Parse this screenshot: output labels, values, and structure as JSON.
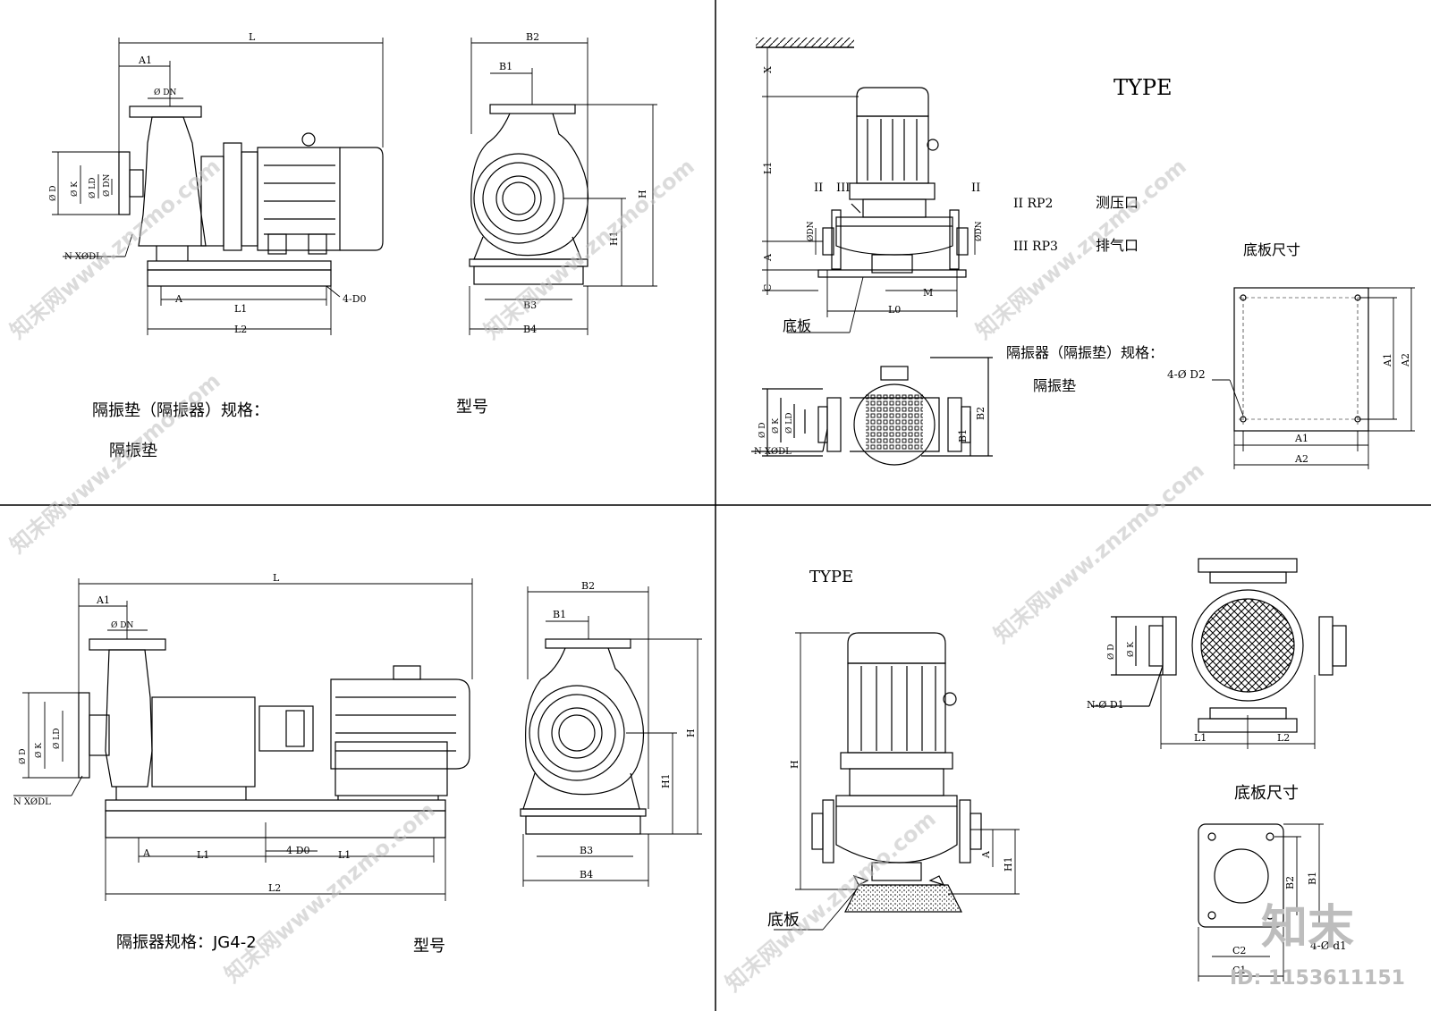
{
  "panel_tl": {
    "dims": [
      "L",
      "A1",
      "B2",
      "B1",
      "H",
      "H1",
      "B3",
      "B4",
      "A",
      "L1",
      "L2",
      "4-D0"
    ],
    "dia": [
      "Ø D",
      "Ø K",
      "Ø LD",
      "Ø DN",
      "Ø DN"
    ],
    "nxdl": "N XØDL",
    "note1": "隔振垫（隔振器）规格：",
    "note2": "隔振垫",
    "model": "型号"
  },
  "panel_tr": {
    "type": "TYPE",
    "dims": [
      "X",
      "L1",
      "A",
      "C",
      "L0",
      "M",
      "B2",
      "B1",
      "II",
      "III",
      "II"
    ],
    "dia": [
      "ØDN",
      "ØDN",
      "Ø D",
      "Ø K",
      "Ø LD"
    ],
    "nxdl": "N XØDL",
    "rp2": "II RP2",
    "rp2_cn": "测压口",
    "rp3": "III RP3",
    "rp3_cn": "排气口",
    "base_cn": "底板尺寸",
    "baseplate": "底板",
    "isolator": "隔振器（隔振垫）规格：",
    "isolator2": "隔振垫",
    "holes": "4-Ø D2",
    "plate_dims": [
      "A1",
      "A2",
      "A1",
      "A2"
    ]
  },
  "panel_bl": {
    "dims": [
      "L",
      "A1",
      "B2",
      "B1",
      "H",
      "H1",
      "B3",
      "B4",
      "A",
      "L1",
      "4-D0",
      "L1",
      "L2"
    ],
    "dia": [
      "Ø DN",
      "Ø D",
      "Ø K",
      "Ø LD"
    ],
    "nxdl": "N XØDL",
    "isolator": "隔振器规格：JG4-2",
    "model": "型号"
  },
  "panel_br": {
    "type": "TYPE",
    "dims": [
      "H",
      "A",
      "H1",
      "L1",
      "L2",
      "B2",
      "B1",
      "C2",
      "C1"
    ],
    "dia": [
      "Ø D",
      "Ø K"
    ],
    "nd1": "N-Ø D1",
    "baseplate": "底板",
    "base_cn": "底板尺寸",
    "holes": "4-Ø d1"
  },
  "watermark": {
    "text": "知末网www.znzmo.com",
    "logo": "知末",
    "id": "ID: 1153611151"
  }
}
